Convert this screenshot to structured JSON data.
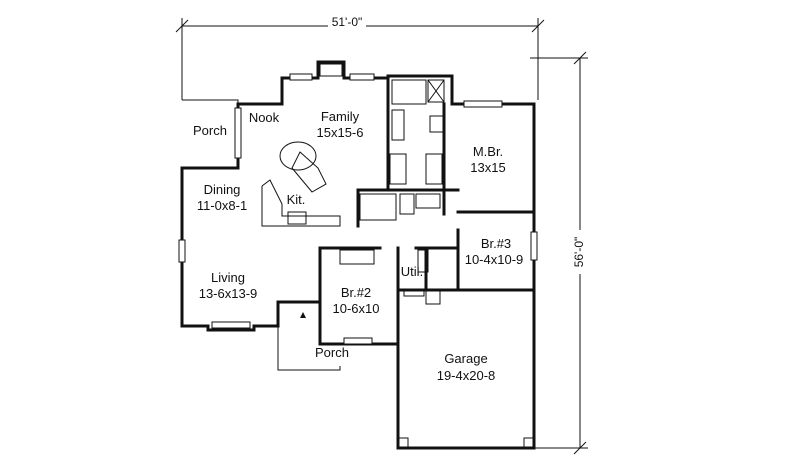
{
  "dimensions": {
    "width": "51'-0\"",
    "depth": "56'-0\""
  },
  "rooms": {
    "porch_left": {
      "name": "Porch"
    },
    "nook": {
      "name": "Nook"
    },
    "family": {
      "name": "Family",
      "size": "15x15-6"
    },
    "master": {
      "name": "M.Br.",
      "size": "13x15"
    },
    "dining": {
      "name": "Dining",
      "size": "11-0x8-1"
    },
    "kitchen": {
      "name": "Kit."
    },
    "bedroom3": {
      "name": "Br.#3",
      "size": "10-4x10-9"
    },
    "utility": {
      "name": "Util."
    },
    "living": {
      "name": "Living",
      "size": "13-6x13-9"
    },
    "bedroom2": {
      "name": "Br.#2",
      "size": "10-6x10"
    },
    "porch_front": {
      "name": "Porch"
    },
    "garage": {
      "name": "Garage",
      "size": "19-4x20-8"
    }
  },
  "colors": {
    "line": "#111111",
    "background": "#ffffff"
  }
}
